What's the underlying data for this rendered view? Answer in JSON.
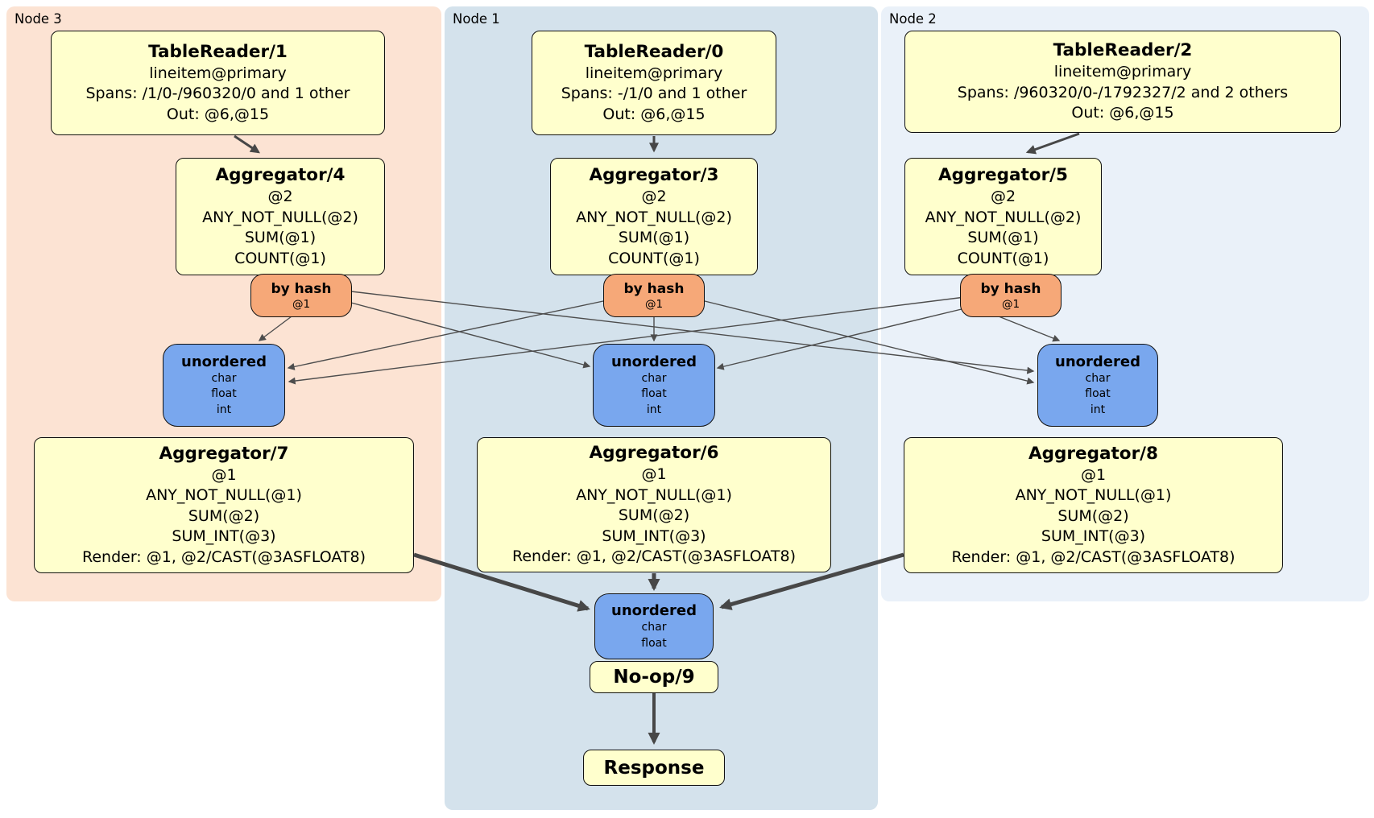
{
  "nodes": [
    {
      "label": "Node 3",
      "table_reader": {
        "title": "TableReader/1",
        "lines": [
          "lineitem@primary",
          "Spans: /1/0-/960320/0 and 1 other",
          "Out: @6,@15"
        ]
      },
      "aggregator_top": {
        "title": "Aggregator/4",
        "lines": [
          "@2",
          "ANY_NOT_NULL(@2)",
          "SUM(@1)",
          "COUNT(@1)"
        ]
      },
      "router": {
        "title": "by hash",
        "key": "@1"
      },
      "sync": {
        "title": "unordered",
        "types": [
          "char",
          "float",
          "int"
        ]
      },
      "aggregator_bottom": {
        "title": "Aggregator/7",
        "lines": [
          "@1",
          "ANY_NOT_NULL(@1)",
          "SUM(@2)",
          "SUM_INT(@3)",
          "Render: @1, @2/CAST(@3ASFLOAT8)"
        ]
      }
    },
    {
      "label": "Node 1",
      "table_reader": {
        "title": "TableReader/0",
        "lines": [
          "lineitem@primary",
          "Spans: -/1/0 and 1 other",
          "Out: @6,@15"
        ]
      },
      "aggregator_top": {
        "title": "Aggregator/3",
        "lines": [
          "@2",
          "ANY_NOT_NULL(@2)",
          "SUM(@1)",
          "COUNT(@1)"
        ]
      },
      "router": {
        "title": "by hash",
        "key": "@1"
      },
      "sync": {
        "title": "unordered",
        "types": [
          "char",
          "float",
          "int"
        ]
      },
      "aggregator_bottom": {
        "title": "Aggregator/6",
        "lines": [
          "@1",
          "ANY_NOT_NULL(@1)",
          "SUM(@2)",
          "SUM_INT(@3)",
          "Render: @1, @2/CAST(@3ASFLOAT8)"
        ]
      }
    },
    {
      "label": "Node 2",
      "table_reader": {
        "title": "TableReader/2",
        "lines": [
          "lineitem@primary",
          "Spans: /960320/0-/1792327/2 and 2 others",
          "Out: @6,@15"
        ]
      },
      "aggregator_top": {
        "title": "Aggregator/5",
        "lines": [
          "@2",
          "ANY_NOT_NULL(@2)",
          "SUM(@1)",
          "COUNT(@1)"
        ]
      },
      "router": {
        "title": "by hash",
        "key": "@1"
      },
      "sync": {
        "title": "unordered",
        "types": [
          "char",
          "float",
          "int"
        ]
      },
      "aggregator_bottom": {
        "title": "Aggregator/8",
        "lines": [
          "@1",
          "ANY_NOT_NULL(@1)",
          "SUM(@2)",
          "SUM_INT(@3)",
          "Render: @1, @2/CAST(@3ASFLOAT8)"
        ]
      }
    }
  ],
  "final_stage": {
    "sync": {
      "title": "unordered",
      "types": [
        "char",
        "float"
      ]
    },
    "noop": {
      "title": "No-op/9"
    },
    "response": {
      "title": "Response"
    }
  },
  "edges": {
    "table_readers_to_aggregators": [
      [
        "TableReader/1",
        "Aggregator/4"
      ],
      [
        "TableReader/0",
        "Aggregator/3"
      ],
      [
        "TableReader/2",
        "Aggregator/5"
      ]
    ],
    "routers_to_syncs": "each 'by hash' router fans out to the 'unordered' sync on all three nodes (9 edges)",
    "aggregators_to_final_sync": [
      [
        "Aggregator/7",
        "unordered"
      ],
      [
        "Aggregator/6",
        "unordered"
      ],
      [
        "Aggregator/8",
        "unordered"
      ]
    ],
    "final_chain": [
      "unordered",
      "No-op/9",
      "Response"
    ]
  },
  "colors": {
    "node3_bg": "#fce3d3",
    "node1_bg": "#d4e2ec",
    "node2_bg": "#eaf1f9",
    "operator_bg": "#ffffcd",
    "router_bg": "#f6a878",
    "sync_bg": "#79a7ee",
    "box_border": "#111111",
    "edge": "#474747"
  }
}
